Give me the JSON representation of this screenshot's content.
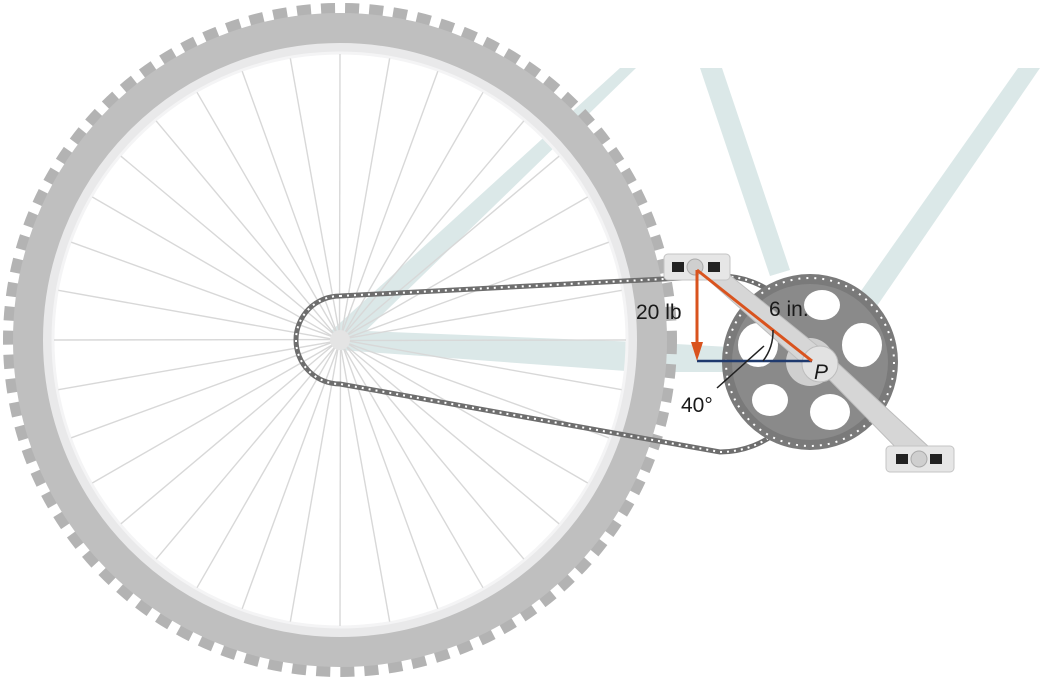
{
  "labels": {
    "force": "20 lb",
    "length": "6 in.",
    "angle": "40°",
    "point": "P"
  },
  "colors": {
    "tire": "#bdbdbd",
    "tire_tread": "#b3b3b3",
    "rim": "#e9e9ea",
    "spoke": "#d8d8d8",
    "frame": "#dbe8e8",
    "chain": "#6e6e6e",
    "chainring": "#7a7a7a",
    "crank": "#d6d6d6",
    "force_arrow": "#d9531e",
    "lever_arm": "#d9531e",
    "horizontal": "#1f3a6e"
  },
  "icons": {
    "wheel": "bicycle-wheel-icon",
    "chainring": "chainring-icon",
    "pedal": "pedal-icon"
  }
}
